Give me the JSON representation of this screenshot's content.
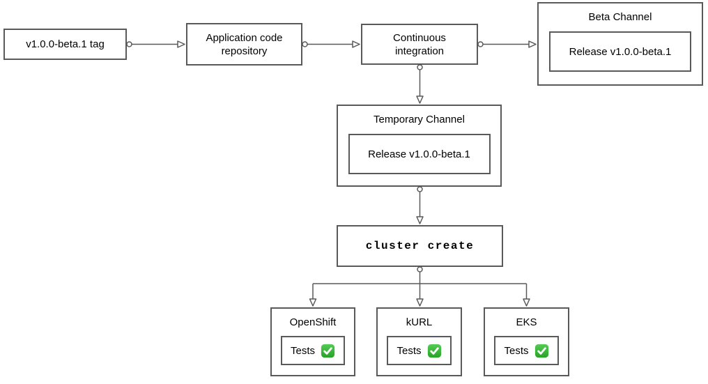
{
  "diagram": {
    "colors": {
      "node_border": "#595959",
      "connector": "#595959",
      "check_green_light": "#55cb55",
      "check_green_dark": "#27a327",
      "background": "#ffffff",
      "text": "#000000"
    },
    "nodes": {
      "tag": {
        "label": "v1.0.0-beta.1 tag"
      },
      "repo": {
        "label": "Application code\nrepository"
      },
      "ci": {
        "label": "Continuous\nintegration"
      },
      "beta_channel": {
        "title": "Beta Channel",
        "release": "Release v1.0.0-beta.1"
      },
      "temp_channel": {
        "title": "Temporary Channel",
        "release": "Release v1.0.0-beta.1"
      },
      "cluster_create": {
        "label": "cluster create"
      },
      "platforms": [
        {
          "title": "OpenShift",
          "tests_label": "Tests",
          "status": "passed",
          "status_icon": "check-mark-icon"
        },
        {
          "title": "kURL",
          "tests_label": "Tests",
          "status": "passed",
          "status_icon": "check-mark-icon"
        },
        {
          "title": "EKS",
          "tests_label": "Tests",
          "status": "passed",
          "status_icon": "check-mark-icon"
        }
      ]
    }
  }
}
